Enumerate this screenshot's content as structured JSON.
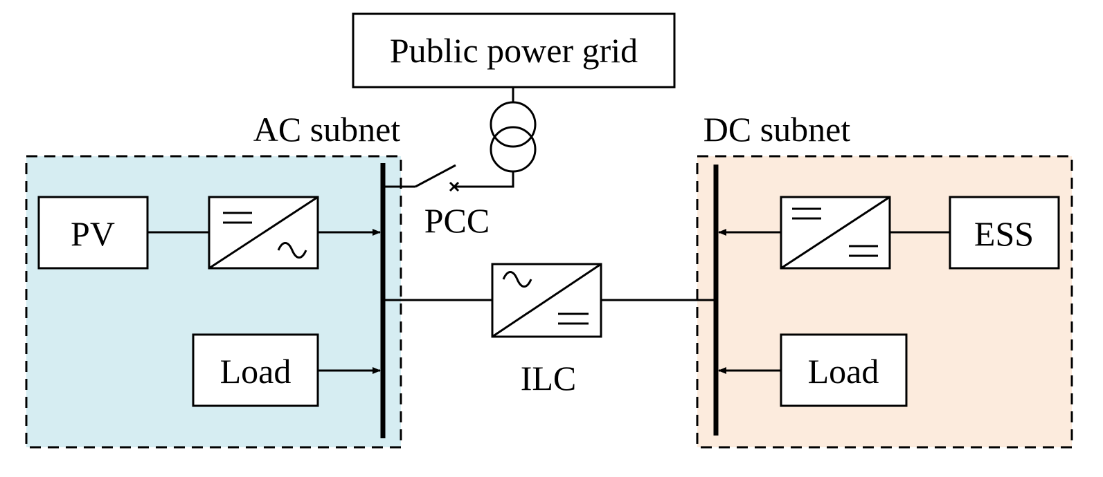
{
  "labels": {
    "grid": "Public power grid",
    "ac_subnet": "AC subnet",
    "dc_subnet": "DC subnet",
    "pcc": "PCC",
    "ilc": "ILC",
    "pv": "PV",
    "ac_load": "Load",
    "ess": "ESS",
    "dc_load": "Load"
  },
  "colors": {
    "ac_fill": "#d6edf2",
    "dc_fill": "#fcebdd",
    "stroke": "#000000"
  }
}
